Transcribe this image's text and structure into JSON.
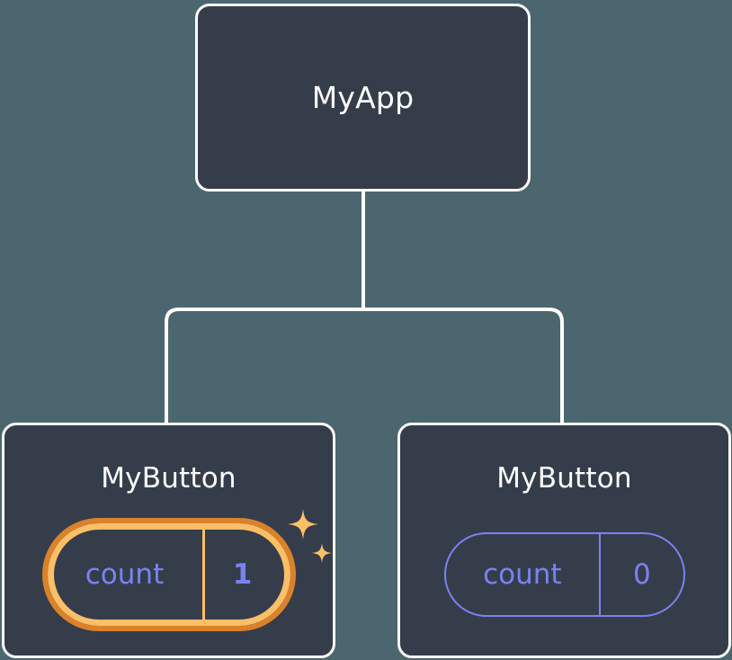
{
  "diagram": {
    "title": "component-tree",
    "background_color": "#4c666f",
    "node_fill_color": "#353d4b",
    "node_border_color": "#ffffff",
    "connector_color": "#ffffff",
    "state_color": "#7b82f0",
    "highlight_outer_color": "#d9822b",
    "highlight_inner_color": "#fbbf68",
    "sparkle_color": "#fbbf68"
  },
  "root": {
    "label": "MyApp"
  },
  "children": [
    {
      "label": "MyButton",
      "state": {
        "key": "count",
        "value": "1"
      },
      "highlighted": "true",
      "sparkles": "2"
    },
    {
      "label": "MyButton",
      "state": {
        "key": "count",
        "value": "0"
      },
      "highlighted": "false",
      "sparkles": "0"
    }
  ]
}
